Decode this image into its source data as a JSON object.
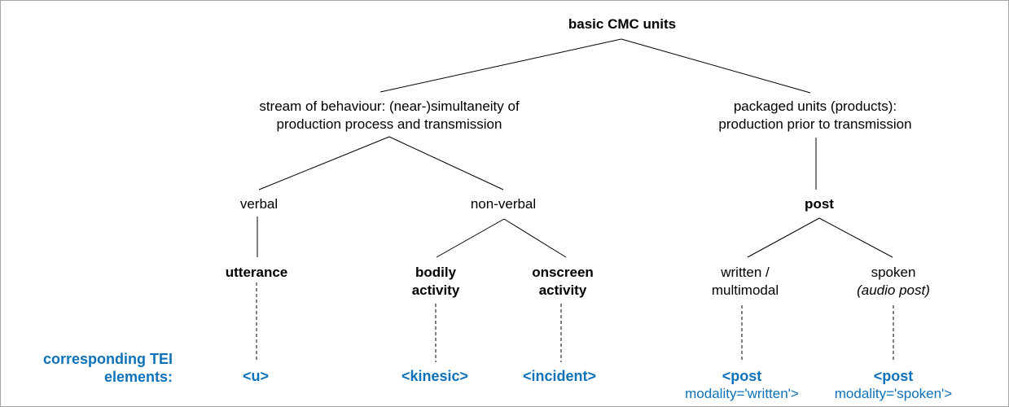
{
  "colors": {
    "tei_blue": "#0d72b9",
    "line_black": "#000000",
    "canvas_border_gray": "#a6a6a6",
    "background": "#ffffff"
  },
  "tree": {
    "root": "basic CMC units",
    "stream": {
      "line1": "stream of behaviour: (near-)simultaneity of",
      "line2": "production process and transmission"
    },
    "packaged": {
      "line1": "packaged units (products):",
      "line2": "production prior to transmission"
    },
    "verbal": "verbal",
    "nonverbal": "non-verbal",
    "post": "post",
    "utterance": "utterance",
    "bodily": {
      "line1": "bodily",
      "line2": "activity"
    },
    "onscreen": {
      "line1": "onscreen",
      "line2": "activity"
    },
    "written": {
      "line1": "written /",
      "line2": "multimodal"
    },
    "spoken": {
      "line1": "spoken",
      "line2": "(audio post)"
    }
  },
  "tei": {
    "caption": {
      "line1": "corresponding TEI",
      "line2": "elements:"
    },
    "u": "<u>",
    "kinesic": "<kinesic>",
    "incident": "<incident>",
    "post_written": {
      "line1": "<post",
      "line2": "modality='written'>"
    },
    "post_spoken": {
      "line1": "<post",
      "line2": "modality='spoken'>"
    }
  }
}
